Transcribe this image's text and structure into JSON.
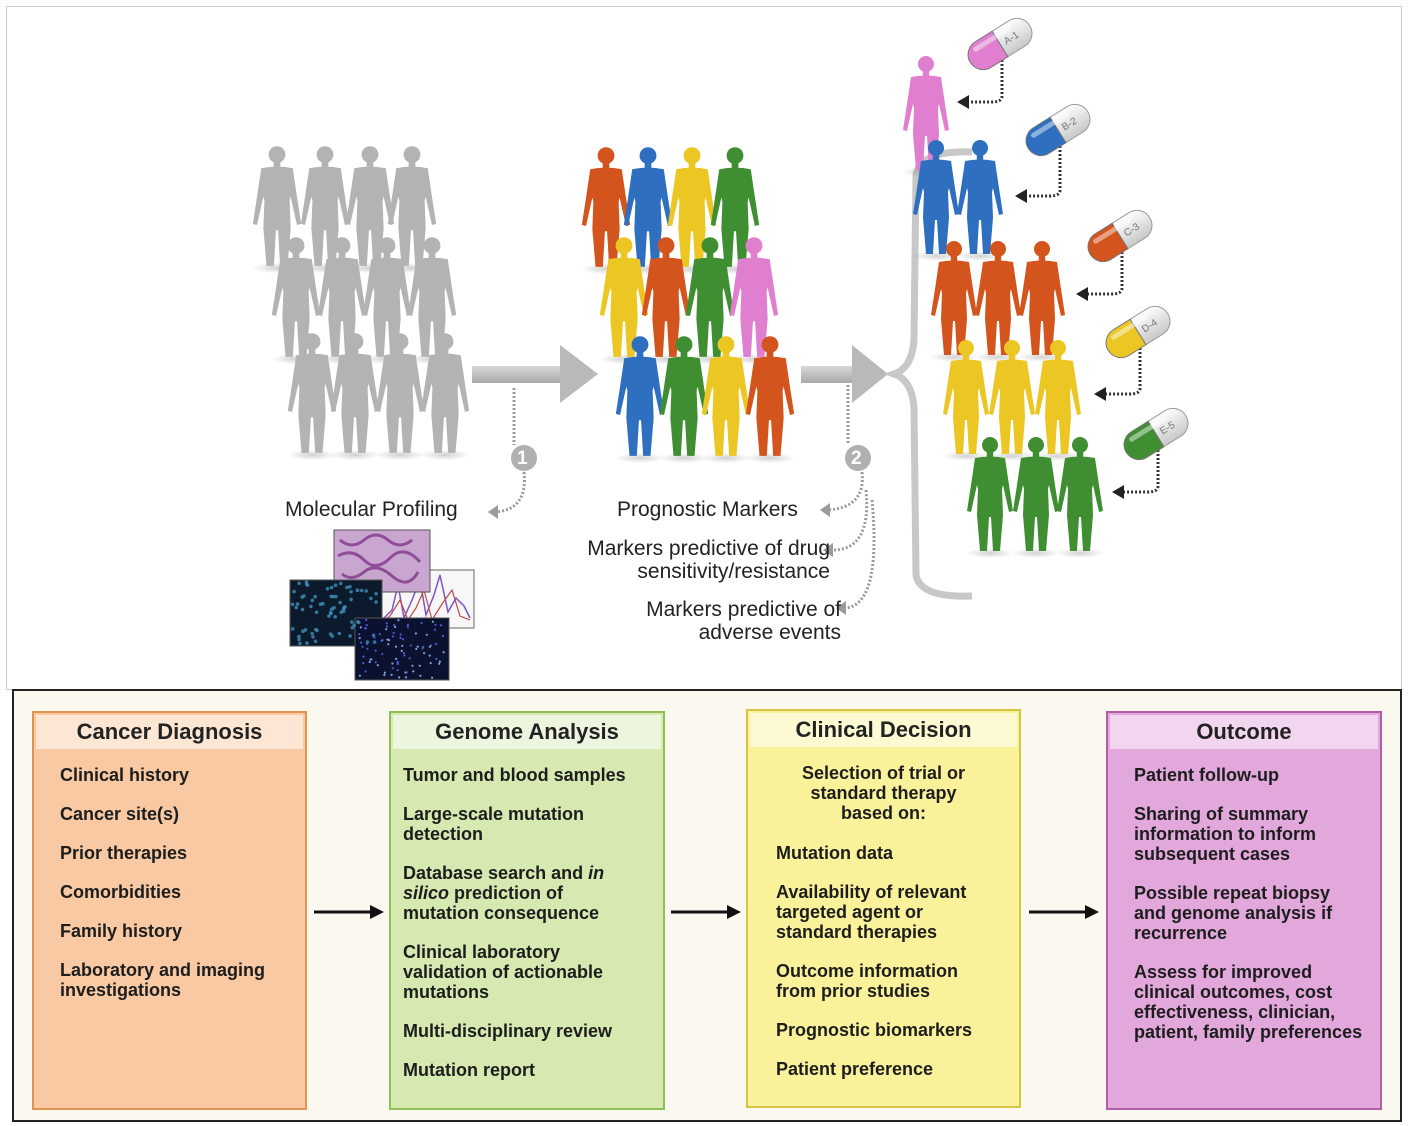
{
  "labels": {
    "molecular_profiling": "Molecular Profiling",
    "prognostic_markers": "Prognostic Markers",
    "markers_drug_line1": "Markers predictive of drug",
    "markers_drug_line2": "sensitivity/resistance",
    "markers_adverse_line1": "Markers predictive of",
    "markers_adverse_line2": "adverse events",
    "step1": "1",
    "step2": "2"
  },
  "pills": [
    "A-1",
    "B-2",
    "C-3",
    "D-4",
    "E-5"
  ],
  "colors": {
    "grey": "#b3b3b6",
    "orange": "#d3541c",
    "blue": "#2f6fc0",
    "yellow": "#ecc623",
    "green": "#3f8f32",
    "pink": "#e07fd0",
    "cancer_box": "#f8c9a2",
    "genome_box": "#d6e9b0",
    "clinical_box": "#faf29a",
    "outcome_box": "#e2a8dc"
  },
  "boxes": {
    "cancer_diagnosis": {
      "title": "Cancer Diagnosis",
      "items": [
        "Clinical history",
        "Cancer site(s)",
        "Prior therapies",
        "Comorbidities",
        "Family history",
        "Laboratory and imaging investigations"
      ]
    },
    "genome_analysis": {
      "title": "Genome Analysis",
      "items": [
        "Tumor and blood samples",
        "Large-scale mutation detection",
        "Database search and in silico prediction of mutation consequence",
        "Clinical laboratory validation of actionable mutations",
        "Multi-disciplinary review",
        "Mutation report"
      ]
    },
    "clinical_decision": {
      "title": "Clinical Decision",
      "lead": "Selection of trial or standard therapy based on:",
      "items": [
        "Mutation data",
        "Availability of relevant targeted agent or standard therapies",
        "Outcome information from prior studies",
        "Prognostic biomarkers",
        "Patient preference"
      ]
    },
    "outcome": {
      "title": "Outcome",
      "items": [
        "Patient follow-up",
        "Sharing of summary information to inform subsequent cases",
        "Possible repeat biopsy and genome analysis if recurrence",
        "Assess for improved clinical outcomes, cost effectiveness, clinician, patient, family preferences"
      ]
    }
  }
}
